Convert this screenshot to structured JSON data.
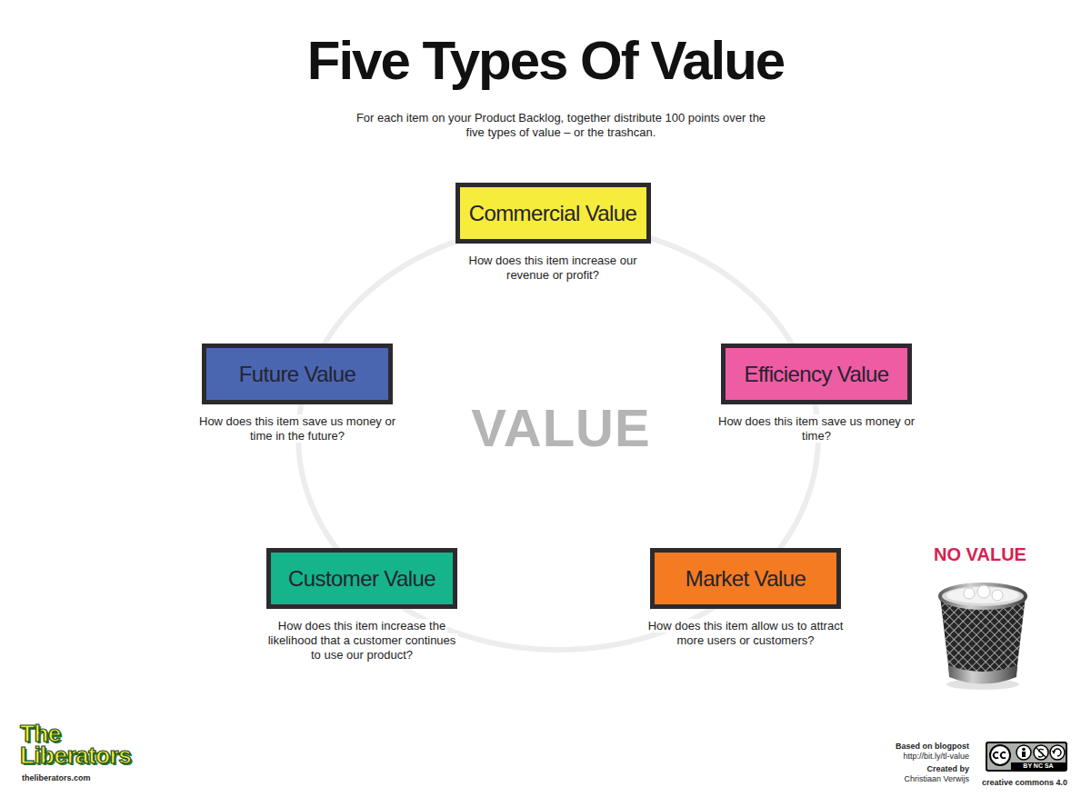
{
  "diagram": {
    "title": "Five Types Of Value",
    "nodes": [
      {
        "text": [
          "Commercial Value",
          "How does this item increase our revenue or profit?"
        ]
      },
      {
        "text": [
          "Future Value",
          "How does this item save us money or time in the future?"
        ]
      },
      {
        "text": [
          "Efficiency Value",
          "How does this item save us money or time?"
        ]
      },
      {
        "text": [
          "VALUE"
        ]
      },
      {
        "text": [
          "Customer Value",
          "How does this item increase the likelihood that a customer continues to use our product?"
        ]
      },
      {
        "text": [
          "Market Value",
          "How does this item allow us to attract more users or customers?"
        ]
      }
    ],
    "labels": [
      "For each item on your Product Backlog, together distribute 100 points over the five types of value – or the trashcan.",
      "NO VALUE",
      "The Liberators",
      "theliberators.com",
      "Based on blogpost",
      "http://bit.ly/tl-value",
      "Created by",
      "Christiaan Verwijs",
      "BY NC SA",
      "creative commons 4.0"
    ]
  }
}
